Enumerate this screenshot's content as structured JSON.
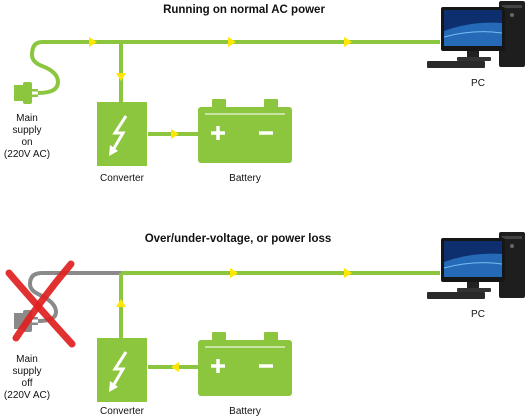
{
  "colors": {
    "wire": "#8cc63f",
    "arrow": "#ffe600",
    "dead_wire": "#8a8a8a",
    "box": "#8cc63f",
    "cross": "#e0201f",
    "text": "#111111"
  },
  "top": {
    "title": "Running on normal AC power",
    "pc_label": "PC",
    "supply_label": [
      "Main",
      "supply",
      "on",
      "(220V AC)"
    ],
    "converter_label": "Converter",
    "battery_label": "Battery"
  },
  "bottom": {
    "title": "Over/under-voltage, or power loss",
    "pc_label": "PC",
    "supply_label": [
      "Main",
      "supply",
      "off",
      "(220V AC)"
    ],
    "converter_label": "Converter",
    "battery_label": "Battery"
  },
  "icons": {
    "plug": "plug-icon",
    "converter": "lightning-arrow-icon",
    "battery": "battery-icon",
    "pc": "desktop-pc-icon",
    "cross": "red-x-icon"
  }
}
